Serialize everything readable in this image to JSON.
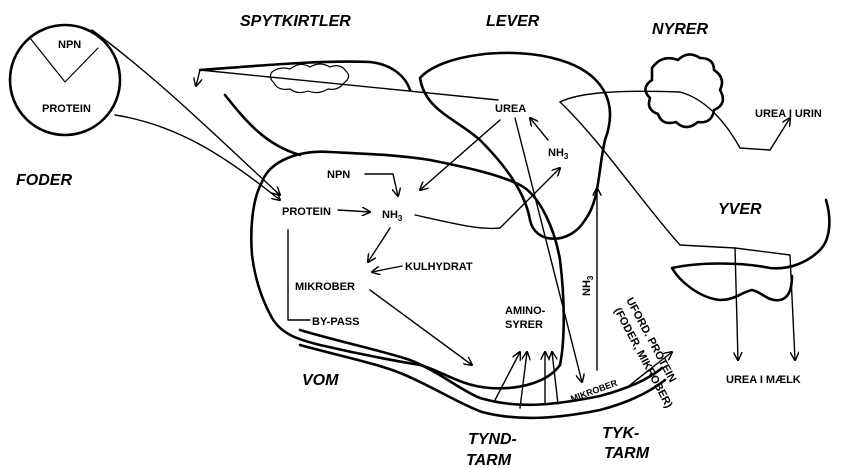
{
  "labels": {
    "npn_feed": "NPN",
    "protein_feed": "PROTEIN",
    "foder": "FODER",
    "spytkirtler": "SPYTKIRTLER",
    "lever": "LEVER",
    "nyrer": "NYRER",
    "urea": "UREA",
    "urea_i_urin": "UREA I URIN",
    "nh3_liver": "NH",
    "npn_rumen": "NPN",
    "protein_rumen": "PROTEIN",
    "nh3_rumen": "NH",
    "kulhydrat": "KULHYDRAT",
    "mikrober": "MIKROBER",
    "by_pass": "BY-PASS",
    "amino": "AMINO-",
    "syrer": "SYRER",
    "nh3_vertical": "NH",
    "yver": "YVER",
    "urea_i_maelk": "UREA I MÆLK",
    "vom": "VOM",
    "mikrober_intestine": "MIKROBER",
    "uford_protein": "UFORD. PROTEIN",
    "foder_mikrober": "(FODER, MIKROBER)",
    "tynd": "TYND-",
    "tarm1": "TARM",
    "tyk": "TYK-",
    "tarm2": "TARM",
    "subscript_3": "3"
  }
}
